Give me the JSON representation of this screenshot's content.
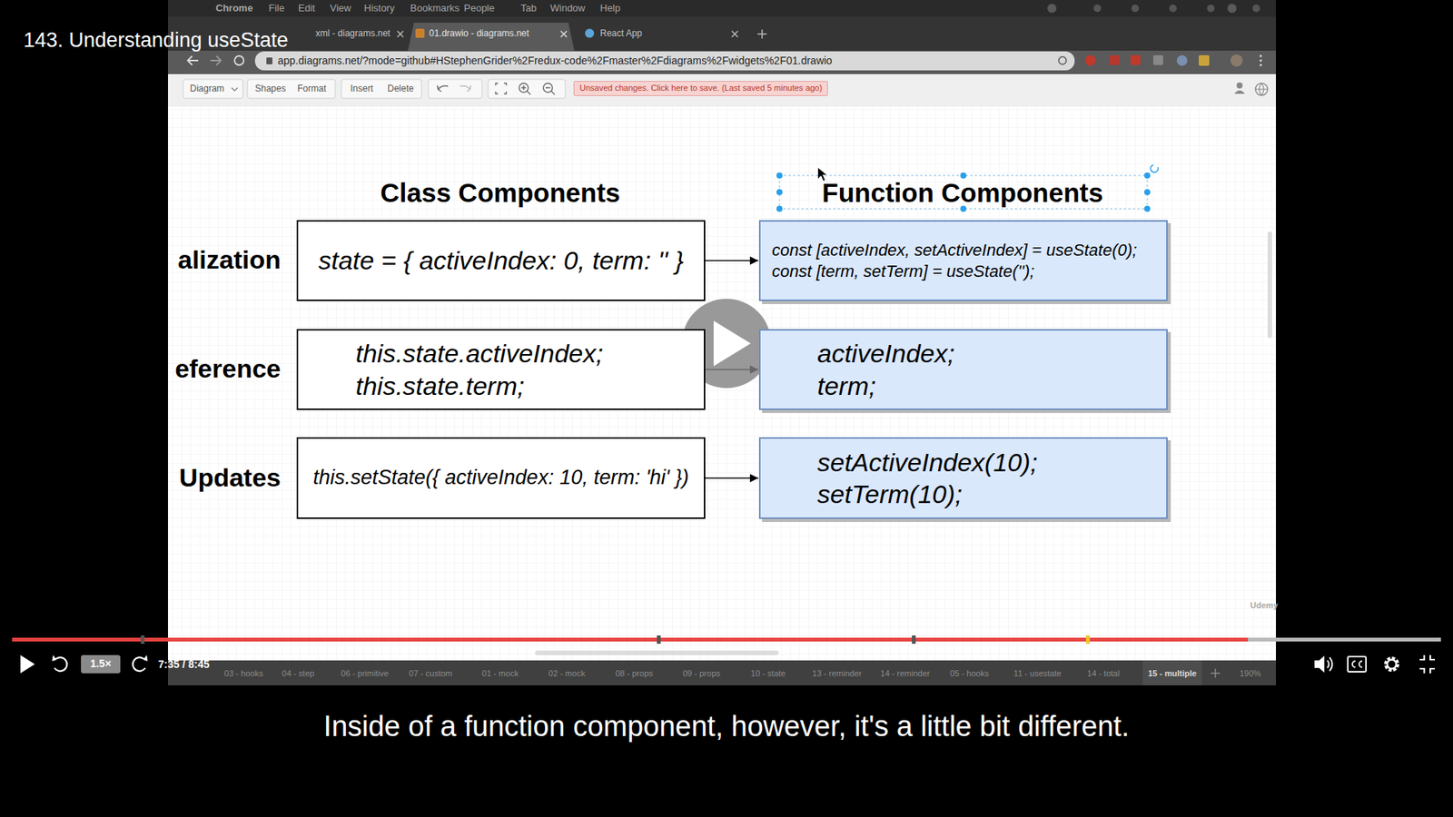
{
  "diagram": {
    "title": "143. Understanding useState",
    "caption": "Inside of a function component, however, it's a little bit different.",
    "nodes": [
      {
        "text": [
          "Unsaved changes. Click here to save. (Last saved 5 minutes ago)"
        ]
      },
      {
        "text": [
          "state = { activeIndex: 0, term: '' }"
        ]
      },
      {
        "text": [
          "const [activeIndex, setActiveIndex] = useState(0);",
          "const [term, setTerm] = useState('');"
        ]
      },
      {
        "text": [
          "this.state.activeIndex;",
          "this.state.term;"
        ]
      },
      {
        "text": [
          "activeIndex;",
          "term;"
        ]
      },
      {
        "text": [
          "this.setState({ activeIndex: 10, term: 'hi' })"
        ]
      },
      {
        "text": [
          "setActiveIndex(10);",
          "setTerm(10);"
        ]
      },
      {
        "text": [
          "1.5×"
        ]
      }
    ],
    "edges": [
      {
        "from": 1,
        "to": 2,
        "arrow": "to"
      },
      {
        "from": 3,
        "to": 4,
        "arrow": "to"
      },
      {
        "from": 5,
        "to": 6,
        "arrow": "to"
      }
    ],
    "labels": [
      "Chrome",
      "File",
      "Edit",
      "View",
      "History",
      "Bookmarks",
      "People",
      "Tab",
      "Window",
      "Help",
      "xml - diagrams.net",
      "01.drawio - diagrams.net",
      "React App",
      "app.diagrams.net/?mode=github#HStephenGrider%2Fredux-code%2Fmaster%2Fdiagrams%2Fwidgets%2F01.drawio",
      "Diagram",
      "Shapes",
      "Format",
      "Insert",
      "Delete",
      "Class Components",
      "Function Components",
      "alization",
      "eference",
      "Updates",
      "Udemy",
      "7:35 / 8:45",
      "03 - hooks",
      "04 - step",
      "06 - primitive",
      "07 - custom",
      "01 - mock",
      "02 - mock",
      "08 - props",
      "09 - props",
      "10 - state",
      "13 - reminder",
      "14 - reminder",
      "05 - hooks",
      "11 - usestate",
      "14 - total",
      "15 - multiple",
      "190%"
    ]
  }
}
